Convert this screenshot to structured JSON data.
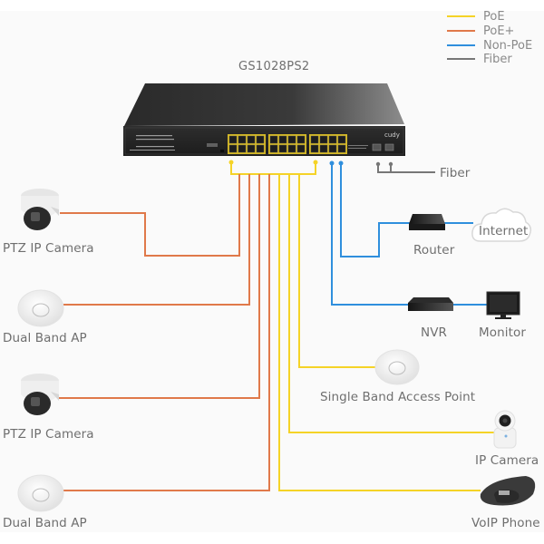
{
  "colors": {
    "poe": "#f5d327",
    "poe_plus": "#e0794a",
    "non_poe": "#2f8fdd",
    "fiber": "#777777",
    "label": "#6f6f6f",
    "background": "#fafafa"
  },
  "legend": {
    "items": [
      {
        "key": "poe",
        "label": "PoE"
      },
      {
        "key": "poe_plus",
        "label": "PoE+"
      },
      {
        "key": "non_poe",
        "label": "Non-PoE"
      },
      {
        "key": "fiber",
        "label": "Fiber"
      }
    ]
  },
  "switch": {
    "model": "GS1028PS2",
    "brand": "cudy",
    "rj45_ports": 24,
    "sfp_ports": 2
  },
  "fiber_label": "Fiber",
  "devices": {
    "left": [
      {
        "name": "PTZ IP Camera",
        "link": "poe_plus"
      },
      {
        "name": "Dual Band AP",
        "link": "poe_plus"
      },
      {
        "name": "PTZ IP Camera",
        "link": "poe_plus"
      },
      {
        "name": "Dual Band AP",
        "link": "poe_plus"
      }
    ],
    "right": [
      {
        "name": "Router",
        "link": "non_poe"
      },
      {
        "name": "Internet",
        "link": "non_poe"
      },
      {
        "name": "NVR",
        "link": "non_poe"
      },
      {
        "name": "Monitor",
        "link": "non_poe"
      },
      {
        "name": "Single Band Access Point",
        "link": "poe"
      },
      {
        "name": "IP Camera",
        "link": "poe"
      },
      {
        "name": "VoIP Phone",
        "link": "poe"
      }
    ]
  }
}
